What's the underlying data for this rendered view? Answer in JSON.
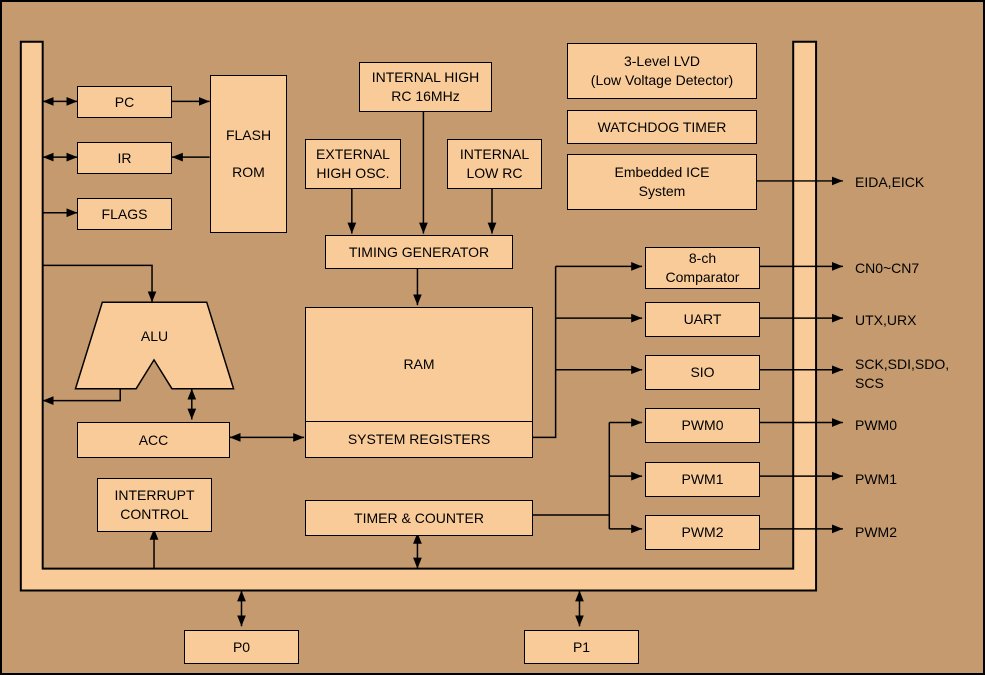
{
  "colors": {
    "background": "#C49A6E",
    "block_fill": "#F9CB98",
    "line": "#000000"
  },
  "blocks": {
    "pc": "PC",
    "ir": "IR",
    "flags": "FLAGS",
    "flash_rom": "FLASH\n\nROM",
    "internal_high_rc": "INTERNAL HIGH\nRC 16MHz",
    "external_high_osc": "EXTERNAL\nHIGH OSC.",
    "internal_low_rc": "INTERNAL\nLOW RC",
    "timing_generator": "TIMING GENERATOR",
    "ram": "RAM",
    "system_registers": "SYSTEM REGISTERS",
    "alu": "ALU",
    "acc": "ACC",
    "interrupt_control": "INTERRUPT\nCONTROL",
    "timer_counter": "TIMER & COUNTER",
    "lvd": "3-Level LVD\n(Low Voltage Detector)",
    "watchdog": "WATCHDOG TIMER",
    "embedded_ice": "Embedded ICE\nSystem",
    "comparator": "8-ch\nComparator",
    "uart": "UART",
    "sio": "SIO",
    "pwm0": "PWM0",
    "pwm1": "PWM1",
    "pwm2": "PWM2",
    "p0": "P0",
    "p1": "P1"
  },
  "ports": {
    "eida": "EIDA,EICK",
    "cn": "CN0~CN7",
    "utx": "UTX,URX",
    "sck": "SCK,SDI,SDO,\nSCS",
    "pwm0": "PWM0",
    "pwm1": "PWM1",
    "pwm2": "PWM2"
  }
}
